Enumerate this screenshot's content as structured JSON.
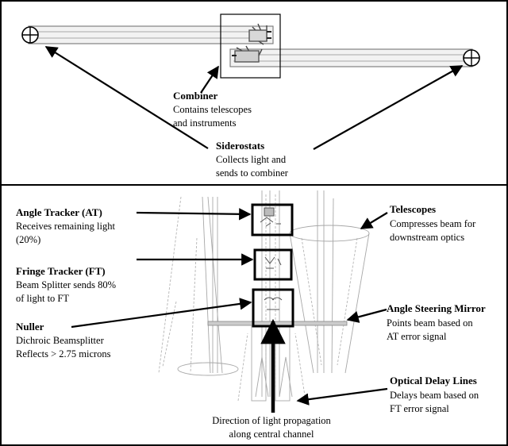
{
  "labels": {
    "combiner": {
      "title": "Combiner",
      "lines": [
        "Contains telescopes",
        "and instruments"
      ]
    },
    "siderostats": {
      "title": "Siderostats",
      "lines": [
        "Collects light and",
        "sends to combiner"
      ]
    },
    "angle_tracker": {
      "title": "Angle Tracker (AT)",
      "lines": [
        "Receives remaining light",
        "(20%)"
      ]
    },
    "fringe_tracker": {
      "title": "Fringe Tracker (FT)",
      "lines": [
        "Beam Splitter sends 80%",
        "of light to FT"
      ]
    },
    "nuller": {
      "title": "Nuller",
      "lines": [
        "Dichroic Beamsplitter",
        "Reflects > 2.75 microns"
      ]
    },
    "telescopes": {
      "title": "Telescopes",
      "lines": [
        "Compresses beam for",
        "downstream optics"
      ]
    },
    "angle_steering_mirror": {
      "title": "Angle Steering Mirror",
      "lines": [
        "Points beam based on",
        "AT error signal"
      ]
    },
    "optical_delay_lines": {
      "title": "Optical Delay Lines",
      "lines": [
        "Delays beam based on",
        "FT error signal"
      ]
    },
    "light_direction": {
      "lines": [
        "Direction of light propagation",
        "along central channel"
      ]
    }
  }
}
